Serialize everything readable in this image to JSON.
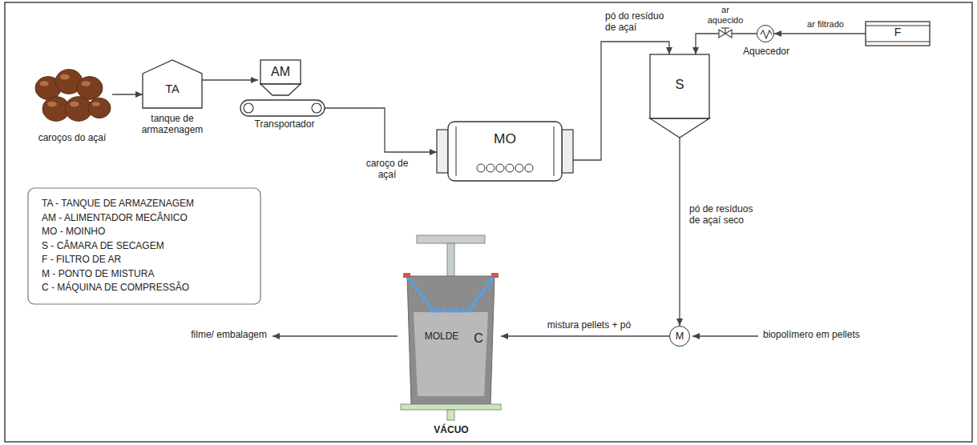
{
  "diagram": {
    "nodes": [
      {
        "text": [
          "caroços do açaí"
        ]
      },
      {
        "text": [
          "TA",
          "tanque de armazenagem"
        ]
      },
      {
        "text": [
          "AM"
        ]
      },
      {
        "text": [
          "MO"
        ]
      },
      {
        "text": [
          "S"
        ]
      },
      {
        "text": [
          "Aquecedor"
        ]
      },
      {
        "text": [
          "F"
        ]
      },
      {
        "text": [
          "M"
        ]
      },
      {
        "text": [
          "MOLDE",
          "C"
        ]
      }
    ],
    "edges": [
      {
        "from": 0,
        "to": 1,
        "arrow": "to"
      },
      {
        "from": 1,
        "to": 2,
        "arrow": "to"
      },
      {
        "from": 2,
        "to": 3,
        "label": "caroço de açaí",
        "arrow": "to"
      },
      {
        "from": 3,
        "to": 4,
        "label": "pó do resíduo de açaí",
        "arrow": "to"
      },
      {
        "from": 6,
        "to": 5,
        "label": "ar filtrado",
        "arrow": "to"
      },
      {
        "from": 5,
        "to": 4,
        "label": "ar aquecido",
        "arrow": "to"
      },
      {
        "from": 4,
        "to": 7,
        "label": "pó de resíduos de açaí seco",
        "arrow": "to"
      },
      {
        "from": 7,
        "to": 8,
        "label": "mistura pellets + pó",
        "arrow": "to"
      }
    ],
    "labels": [
      "Transportador",
      "biopolímero em pellets",
      "filme/ embalagem",
      "VÁCUO"
    ],
    "legend": [
      {
        "text": "TA - TANQUE DE ARMAZENAGEM"
      },
      {
        "text": "AM - ALIMENTADOR MECÂNICO"
      },
      {
        "text": "MO - MOINHO"
      },
      {
        "text": "S - CÂMARA DE SECAGEM"
      },
      {
        "text": "F - FILTRO DE AR"
      },
      {
        "text": "M - PONTO DE MISTURA"
      },
      {
        "text": "C - MÁQUINA DE COMPRESSÃO"
      }
    ]
  }
}
